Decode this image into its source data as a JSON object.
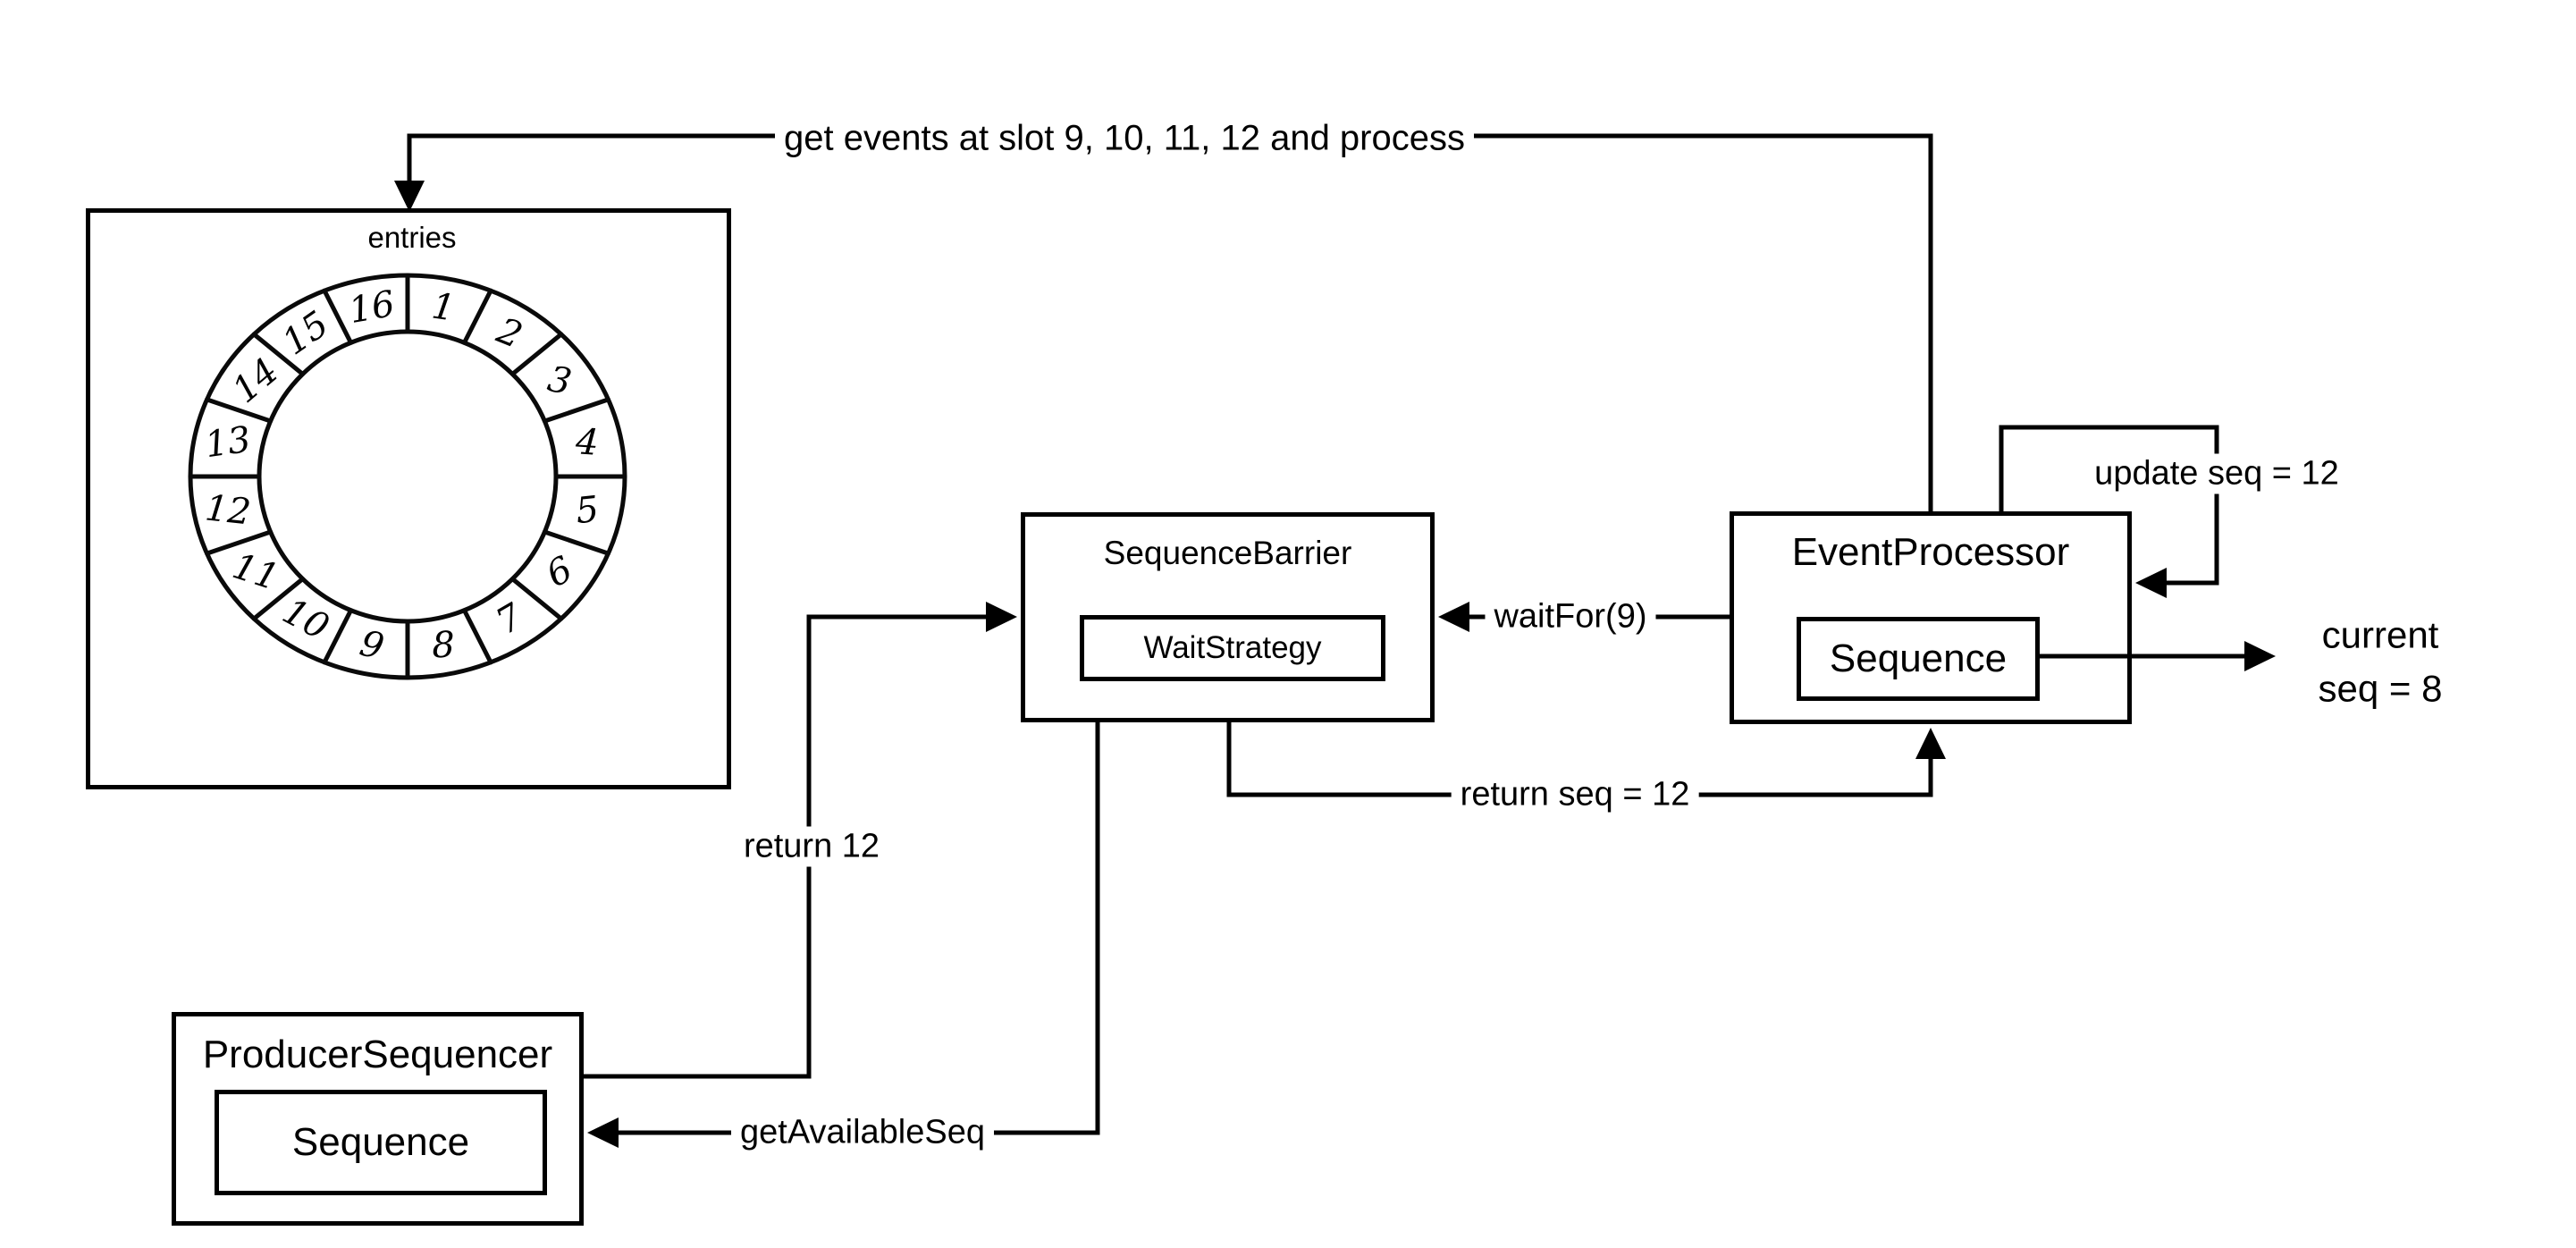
{
  "diagram": {
    "colors": {
      "line": "#000000",
      "background": "#ffffff"
    },
    "top_flow_label": "get events at slot 9, 10, 11, 12 and process",
    "ring": {
      "title": "entries",
      "slots": [
        "1",
        "2",
        "3",
        "4",
        "5",
        "6",
        "7",
        "8",
        "9",
        "10",
        "11",
        "12",
        "13",
        "14",
        "15",
        "16"
      ]
    },
    "sequence_barrier": {
      "title": "SequenceBarrier",
      "inner_label": "WaitStrategy"
    },
    "event_processor": {
      "title": "EventProcessor",
      "inner_label": "Sequence"
    },
    "producer_sequencer": {
      "title": "ProducerSequencer",
      "inner_label": "Sequence"
    },
    "edge_labels": {
      "update_seq": "update seq = 12",
      "wait_for": "waitFor(9)",
      "current_seq_line1": "current",
      "current_seq_line2": "seq = 8",
      "return_seq": "return seq = 12",
      "return_12": "return 12",
      "get_available_seq": "getAvailableSeq"
    }
  }
}
